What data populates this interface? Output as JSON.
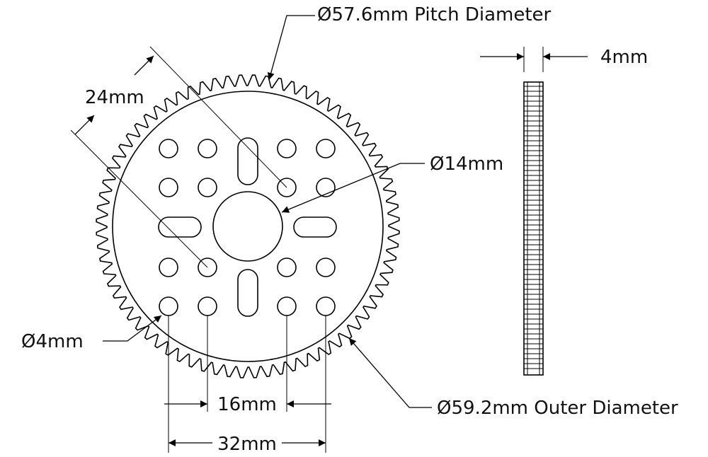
{
  "labels": {
    "pitch_diameter": "Ø57.6mm Pitch Diameter",
    "outer_diameter": "Ø59.2mm Outer Diameter",
    "bore": "Ø14mm",
    "hole": "Ø4mm",
    "thickness": "4mm",
    "diag_spacing": "24mm",
    "inner_spacing": "16mm",
    "outer_spacing": "32mm"
  },
  "gear": {
    "tooth_count": 72,
    "hole_pattern": [
      "holes-row-1",
      "holes-row-2",
      "holes-row-3",
      "holes-row-4"
    ]
  },
  "colors": {
    "line": "#000000",
    "text": "#111111",
    "background": "#ffffff"
  }
}
